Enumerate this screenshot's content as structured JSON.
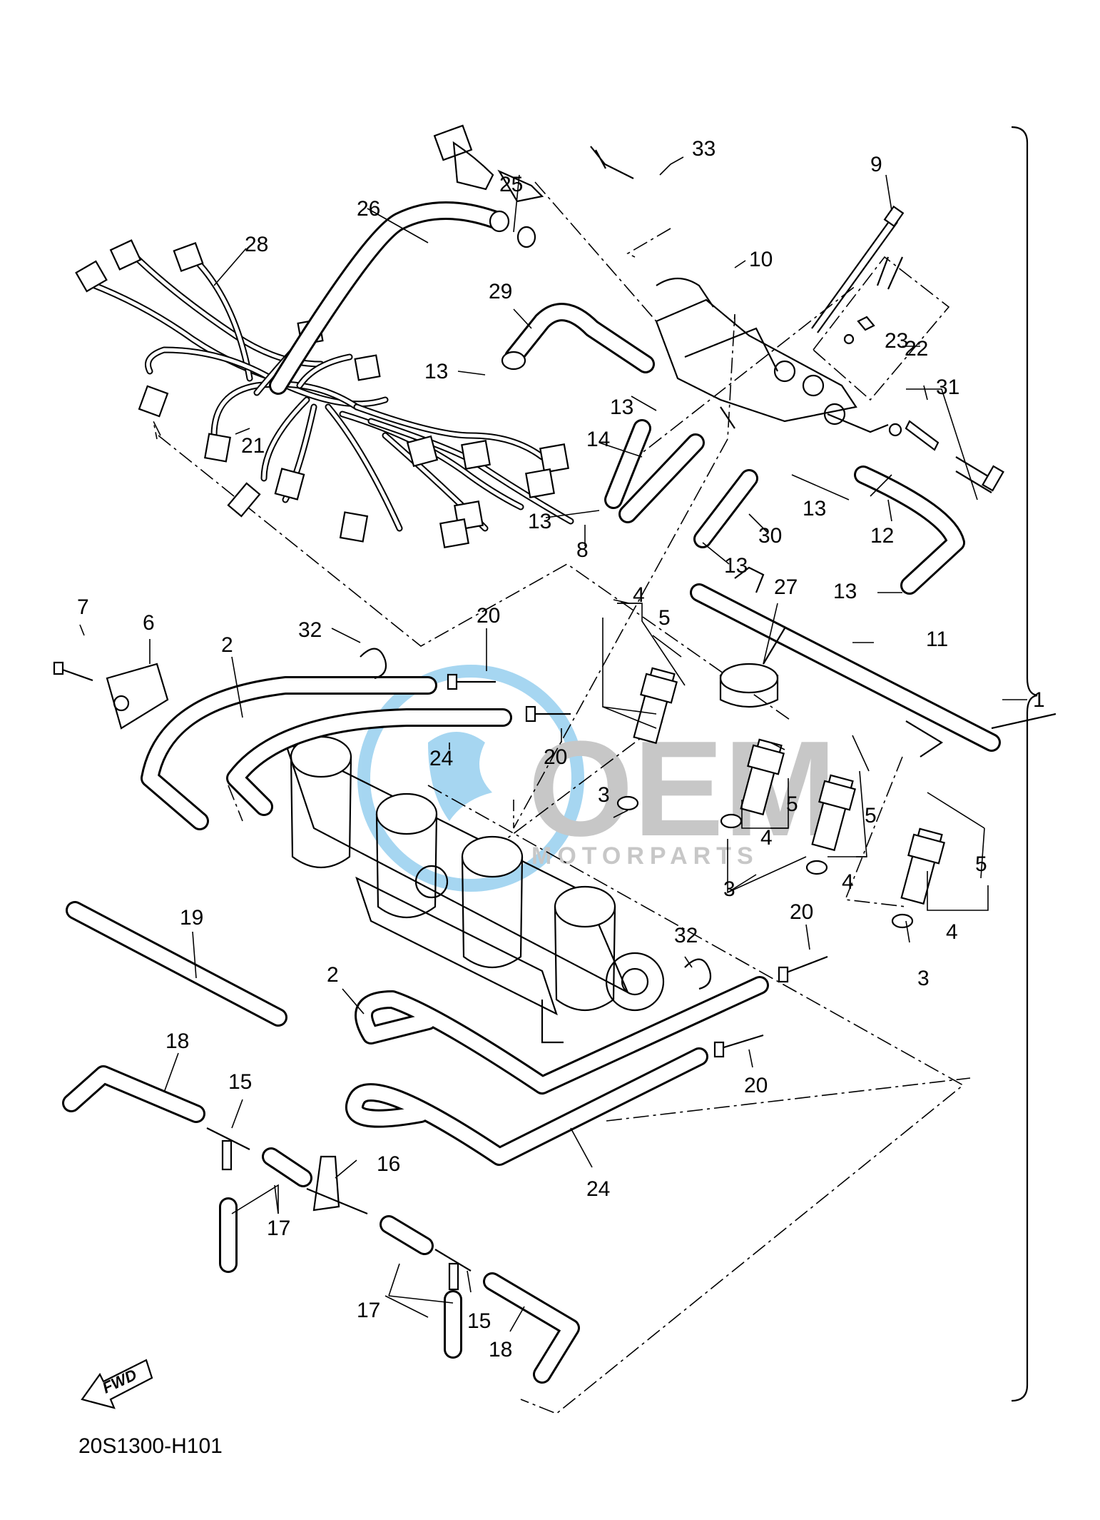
{
  "diagram_code": "20S1300-H101",
  "forward_badge": "FWD",
  "watermark": {
    "brand": "OEM",
    "tagline": "MOTORPARTS",
    "color_blue": "#5fb6e6",
    "color_gray": "#9a9a9a"
  },
  "callouts": {
    "c1": "1",
    "c2a": "2",
    "c2b": "2",
    "c3a": "3",
    "c3b": "3",
    "c3c": "3",
    "c4a": "4",
    "c4b": "4",
    "c4c": "4",
    "c4d": "4",
    "c5a": "5",
    "c5b": "5",
    "c5c": "5",
    "c5d": "5",
    "c6": "6",
    "c7": "7",
    "c8": "8",
    "c9": "9",
    "c10": "10",
    "c11": "11",
    "c12": "12",
    "c13a": "13",
    "c13b": "13",
    "c13c": "13",
    "c13d": "13",
    "c13e": "13",
    "c13f": "13",
    "c14": "14",
    "c15a": "15",
    "c15b": "15",
    "c16": "16",
    "c17a": "17",
    "c17b": "17",
    "c18a": "18",
    "c18b": "18",
    "c19": "19",
    "c20a": "20",
    "c20b": "20",
    "c20c": "20",
    "c20d": "20",
    "c21": "21",
    "c22": "22",
    "c23": "23",
    "c24a": "24",
    "c24b": "24",
    "c25": "25",
    "c26": "26",
    "c27": "27",
    "c28": "28",
    "c29": "29",
    "c30": "30",
    "c31": "31",
    "c32a": "32",
    "c32b": "32",
    "c33": "33"
  }
}
